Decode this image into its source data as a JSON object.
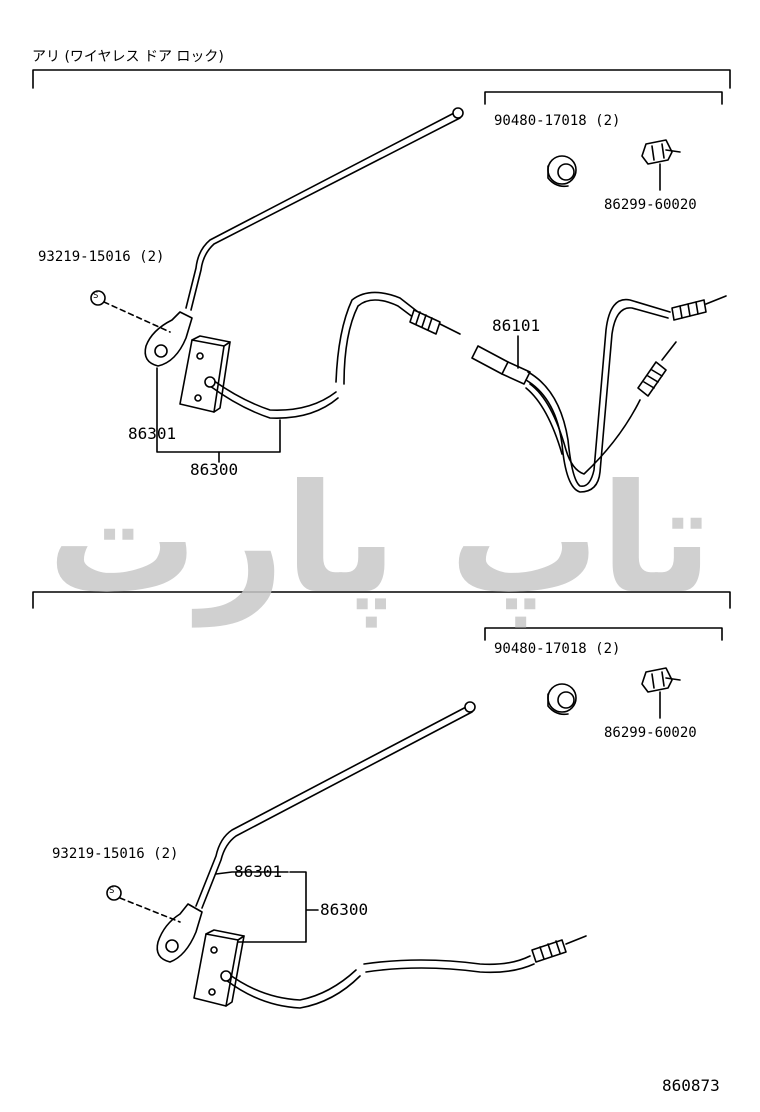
{
  "header": {
    "title": "アリ (ワイヤレス ドア ロック)"
  },
  "watermark": {
    "text": "تاپ پارت",
    "color": "#c8c8c8"
  },
  "upper_section": {
    "part_grommet": "90480-17018 (2)",
    "part_clamp": "86299-60020",
    "part_clip": "93219-15016 (2)",
    "part_extension_cord": "86101",
    "part_feeder": "86301",
    "part_antenna_assy": "86300"
  },
  "lower_section": {
    "part_grommet": "90480-17018 (2)",
    "part_clamp": "86299-60020",
    "part_clip": "93219-15016 (2)",
    "part_feeder": "86301",
    "part_antenna_assy": "86300"
  },
  "footer": {
    "illustration_id": "860873"
  }
}
